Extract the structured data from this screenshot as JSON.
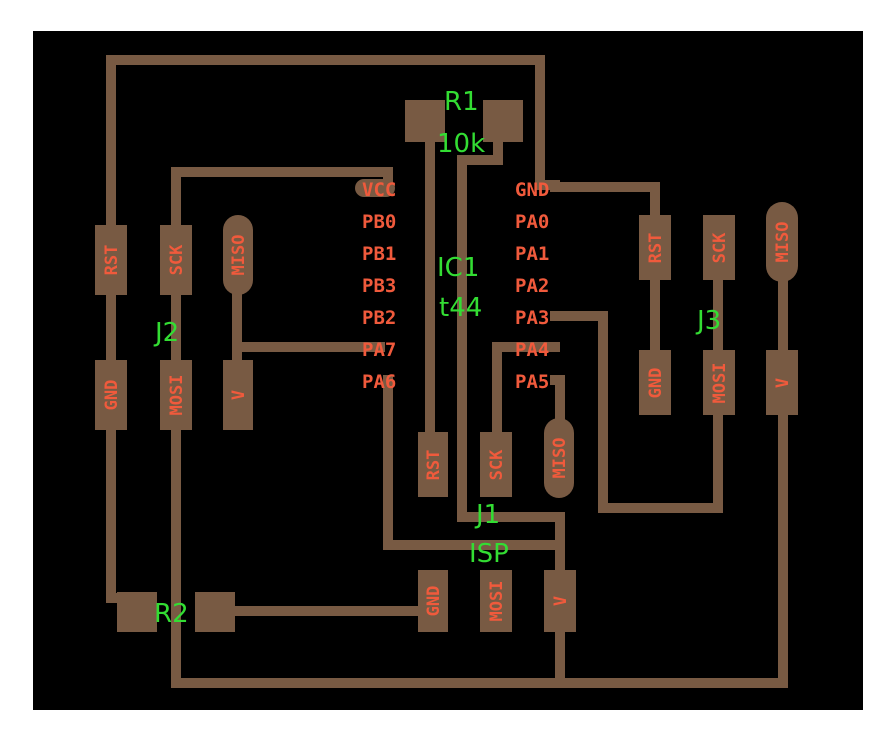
{
  "colors": {
    "background": "#000000",
    "copper": "#785a43",
    "pin_label": "#f05a3c",
    "part_label": "#33dd33",
    "outer": "#ffffff"
  },
  "ic1": {
    "name": "IC1",
    "value": "t44",
    "left_pins": [
      "VCC",
      "PB0",
      "PB1",
      "PB3",
      "PB2",
      "PA7",
      "PA6"
    ],
    "right_pins": [
      "GND",
      "PA0",
      "PA1",
      "PA2",
      "PA3",
      "PA4",
      "PA5"
    ]
  },
  "r1": {
    "name": "R1",
    "value": "10k"
  },
  "r2": {
    "name": "R2"
  },
  "j1": {
    "name": "J1",
    "value": "ISP",
    "top_pins": [
      "RST",
      "SCK",
      "MISO"
    ],
    "bottom_pins": [
      "GND",
      "MOSI",
      "V"
    ]
  },
  "j2": {
    "name": "J2",
    "top_pins": [
      "RST",
      "SCK",
      "MISO"
    ],
    "bottom_pins": [
      "GND",
      "MOSI",
      "V"
    ]
  },
  "j3": {
    "name": "J3",
    "top_pins": [
      "RST",
      "SCK",
      "MISO"
    ],
    "bottom_pins": [
      "GND",
      "MOSI",
      "V"
    ]
  }
}
